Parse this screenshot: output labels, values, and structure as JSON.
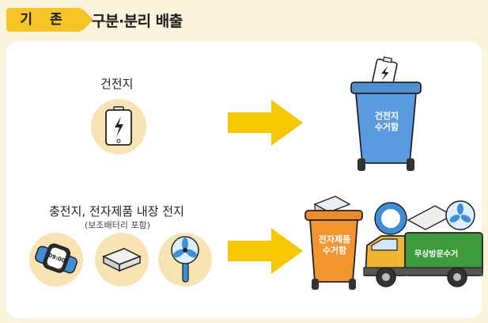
{
  "header": {
    "badge": "기 존",
    "title": "구분·분리 배출"
  },
  "row1": {
    "label": "건전지",
    "bin_label_line1": "건전지",
    "bin_label_line2": "수거함"
  },
  "row2": {
    "label": "충전지, 전자제품 내장 전지",
    "sublabel": "(보조배터리 포함)",
    "bin_label_line1": "전자제품",
    "bin_label_line2": "수거함",
    "truck_label": "무상방문수거",
    "watch_time": "09:00"
  },
  "colors": {
    "badge_bg": "#f7c427",
    "page_bg": "#fbf3dc",
    "arrow": "#f7c800",
    "blue_bin": "#4f8fd1",
    "orange_bin": "#ef8a26",
    "truck_green": "#3e9b3c",
    "circle_bg": "#f8e3b3"
  }
}
